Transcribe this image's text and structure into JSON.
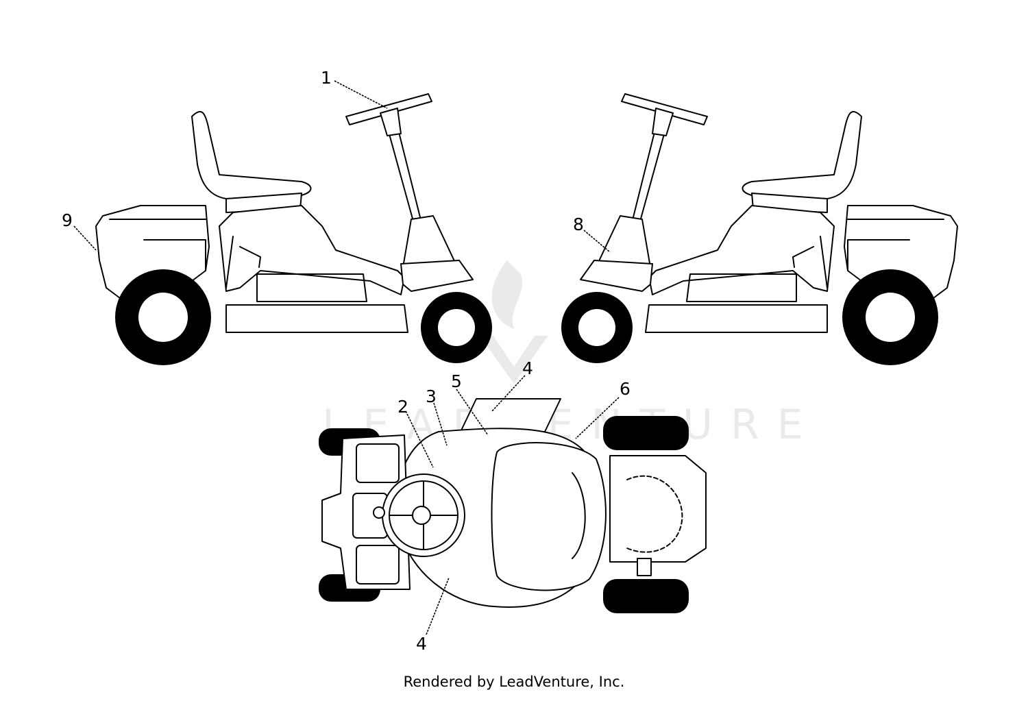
{
  "callouts": [
    "1",
    "2",
    "3",
    "4",
    "5",
    "6",
    "8",
    "9",
    "4"
  ],
  "watermark": {
    "letters": "LEADVENTURE"
  },
  "footer": {
    "text": "Rendered by LeadVenture, Inc."
  }
}
